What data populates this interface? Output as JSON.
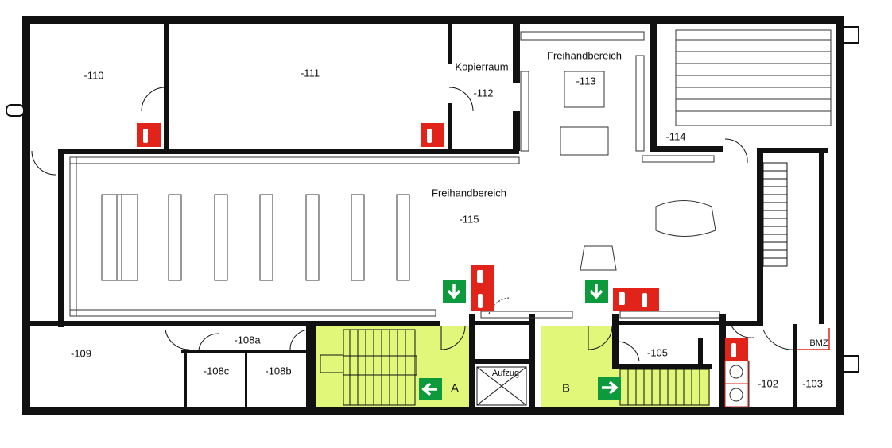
{
  "rooms": {
    "r110": "-110",
    "r111": "-111",
    "r112": "-112",
    "kopierraum": "Kopierraum",
    "freihand_top": "Freihandbereich",
    "r113": "-113",
    "r114": "-114",
    "freihand_main": "Freihandbereich",
    "r115": "-115",
    "r109": "-109",
    "r108a": "-108a",
    "r108b": "-108b",
    "r108c": "-108c",
    "r105": "-105",
    "r102": "-102",
    "r103": "-103",
    "bmz": "BMZ",
    "aufzug": "Aufzug",
    "stair_a": "A",
    "stair_b": "B"
  },
  "colors": {
    "wall": "#111111",
    "escape_zone": "#e0f77a",
    "exit_sign": "#0d9a3c",
    "fire_sign": "#e2231a"
  },
  "icons": [
    "exit-arrow-down-icon",
    "exit-arrow-left-icon",
    "exit-arrow-right-icon",
    "fire-extinguisher-icon",
    "fire-alarm-icon",
    "elevator-icon",
    "hydrant-icon"
  ]
}
